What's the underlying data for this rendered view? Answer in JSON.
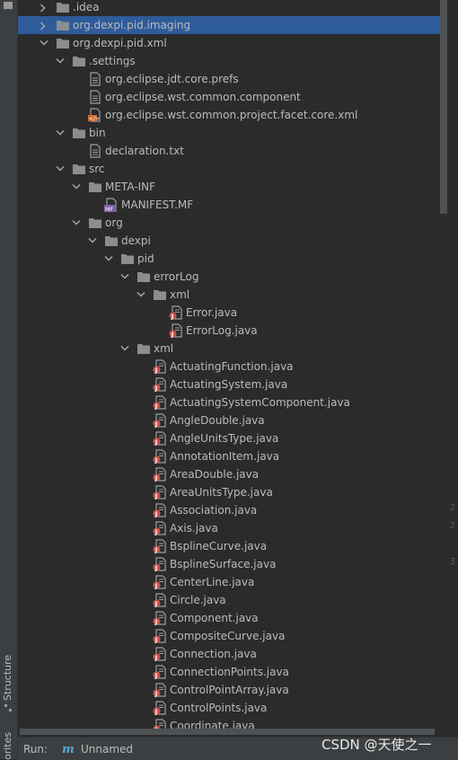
{
  "tree": {
    "rows": [
      {
        "label": ".idea",
        "depth": 0,
        "arrow": "right",
        "icon": "folder"
      },
      {
        "label": "org.dexpi.pid.imaging",
        "depth": 0,
        "arrow": "right",
        "icon": "folder",
        "selected": true
      },
      {
        "label": "org.dexpi.pid.xml",
        "depth": 0,
        "arrow": "down",
        "icon": "folder"
      },
      {
        "label": ".settings",
        "depth": 1,
        "arrow": "down",
        "icon": "folder"
      },
      {
        "label": "org.eclipse.jdt.core.prefs",
        "depth": 2,
        "arrow": "none",
        "icon": "file"
      },
      {
        "label": "org.eclipse.wst.common.component",
        "depth": 2,
        "arrow": "none",
        "icon": "file"
      },
      {
        "label": "org.eclipse.wst.common.project.facet.core.xml",
        "depth": 2,
        "arrow": "none",
        "icon": "xml-file"
      },
      {
        "label": "bin",
        "depth": 1,
        "arrow": "down",
        "icon": "folder"
      },
      {
        "label": "declaration.txt",
        "depth": 2,
        "arrow": "none",
        "icon": "file"
      },
      {
        "label": "src",
        "depth": 1,
        "arrow": "down",
        "icon": "folder"
      },
      {
        "label": "META-INF",
        "depth": 2,
        "arrow": "down",
        "icon": "folder"
      },
      {
        "label": "MANIFEST.MF",
        "depth": 3,
        "arrow": "none",
        "icon": "mf-file"
      },
      {
        "label": "org",
        "depth": 2,
        "arrow": "down",
        "icon": "folder"
      },
      {
        "label": "dexpi",
        "depth": 3,
        "arrow": "down",
        "icon": "folder"
      },
      {
        "label": "pid",
        "depth": 4,
        "arrow": "down",
        "icon": "folder"
      },
      {
        "label": "errorLog",
        "depth": 5,
        "arrow": "down",
        "icon": "folder"
      },
      {
        "label": "xml",
        "depth": 6,
        "arrow": "down",
        "icon": "folder"
      },
      {
        "label": "Error.java",
        "depth": 7,
        "arrow": "none",
        "icon": "java-file"
      },
      {
        "label": "ErrorLog.java",
        "depth": 7,
        "arrow": "none",
        "icon": "java-file"
      },
      {
        "label": "xml",
        "depth": 5,
        "arrow": "down",
        "icon": "folder"
      },
      {
        "label": "ActuatingFunction.java",
        "depth": 6,
        "arrow": "none",
        "icon": "java-file"
      },
      {
        "label": "ActuatingSystem.java",
        "depth": 6,
        "arrow": "none",
        "icon": "java-file"
      },
      {
        "label": "ActuatingSystemComponent.java",
        "depth": 6,
        "arrow": "none",
        "icon": "java-file"
      },
      {
        "label": "AngleDouble.java",
        "depth": 6,
        "arrow": "none",
        "icon": "java-file"
      },
      {
        "label": "AngleUnitsType.java",
        "depth": 6,
        "arrow": "none",
        "icon": "java-file"
      },
      {
        "label": "AnnotationItem.java",
        "depth": 6,
        "arrow": "none",
        "icon": "java-file"
      },
      {
        "label": "AreaDouble.java",
        "depth": 6,
        "arrow": "none",
        "icon": "java-file"
      },
      {
        "label": "AreaUnitsType.java",
        "depth": 6,
        "arrow": "none",
        "icon": "java-file"
      },
      {
        "label": "Association.java",
        "depth": 6,
        "arrow": "none",
        "icon": "java-file"
      },
      {
        "label": "Axis.java",
        "depth": 6,
        "arrow": "none",
        "icon": "java-file"
      },
      {
        "label": "BsplineCurve.java",
        "depth": 6,
        "arrow": "none",
        "icon": "java-file"
      },
      {
        "label": "BsplineSurface.java",
        "depth": 6,
        "arrow": "none",
        "icon": "java-file"
      },
      {
        "label": "CenterLine.java",
        "depth": 6,
        "arrow": "none",
        "icon": "java-file"
      },
      {
        "label": "Circle.java",
        "depth": 6,
        "arrow": "none",
        "icon": "java-file"
      },
      {
        "label": "Component.java",
        "depth": 6,
        "arrow": "none",
        "icon": "java-file"
      },
      {
        "label": "CompositeCurve.java",
        "depth": 6,
        "arrow": "none",
        "icon": "java-file"
      },
      {
        "label": "Connection.java",
        "depth": 6,
        "arrow": "none",
        "icon": "java-file"
      },
      {
        "label": "ConnectionPoints.java",
        "depth": 6,
        "arrow": "none",
        "icon": "java-file"
      },
      {
        "label": "ControlPointArray.java",
        "depth": 6,
        "arrow": "none",
        "icon": "java-file"
      },
      {
        "label": "ControlPoints.java",
        "depth": 6,
        "arrow": "none",
        "icon": "java-file"
      },
      {
        "label": "Coordinate.java",
        "depth": 6,
        "arrow": "none",
        "icon": "java-file"
      }
    ]
  },
  "side": {
    "structure_label": "Structure",
    "favorites_label": "orites"
  },
  "bottom": {
    "run_label": "Run:",
    "run_tab_label": "Unnamed"
  },
  "watermark": "CSDN @天使之一",
  "gutter_marks": [
    "2",
    "2",
    "3"
  ],
  "colors": {
    "background": "#2b2b2b",
    "panel": "#3c3f41",
    "selection": "#2e5b9a",
    "folder": "#8a8e92",
    "java_badge": "#c75450",
    "text": "#bbbbbb"
  }
}
